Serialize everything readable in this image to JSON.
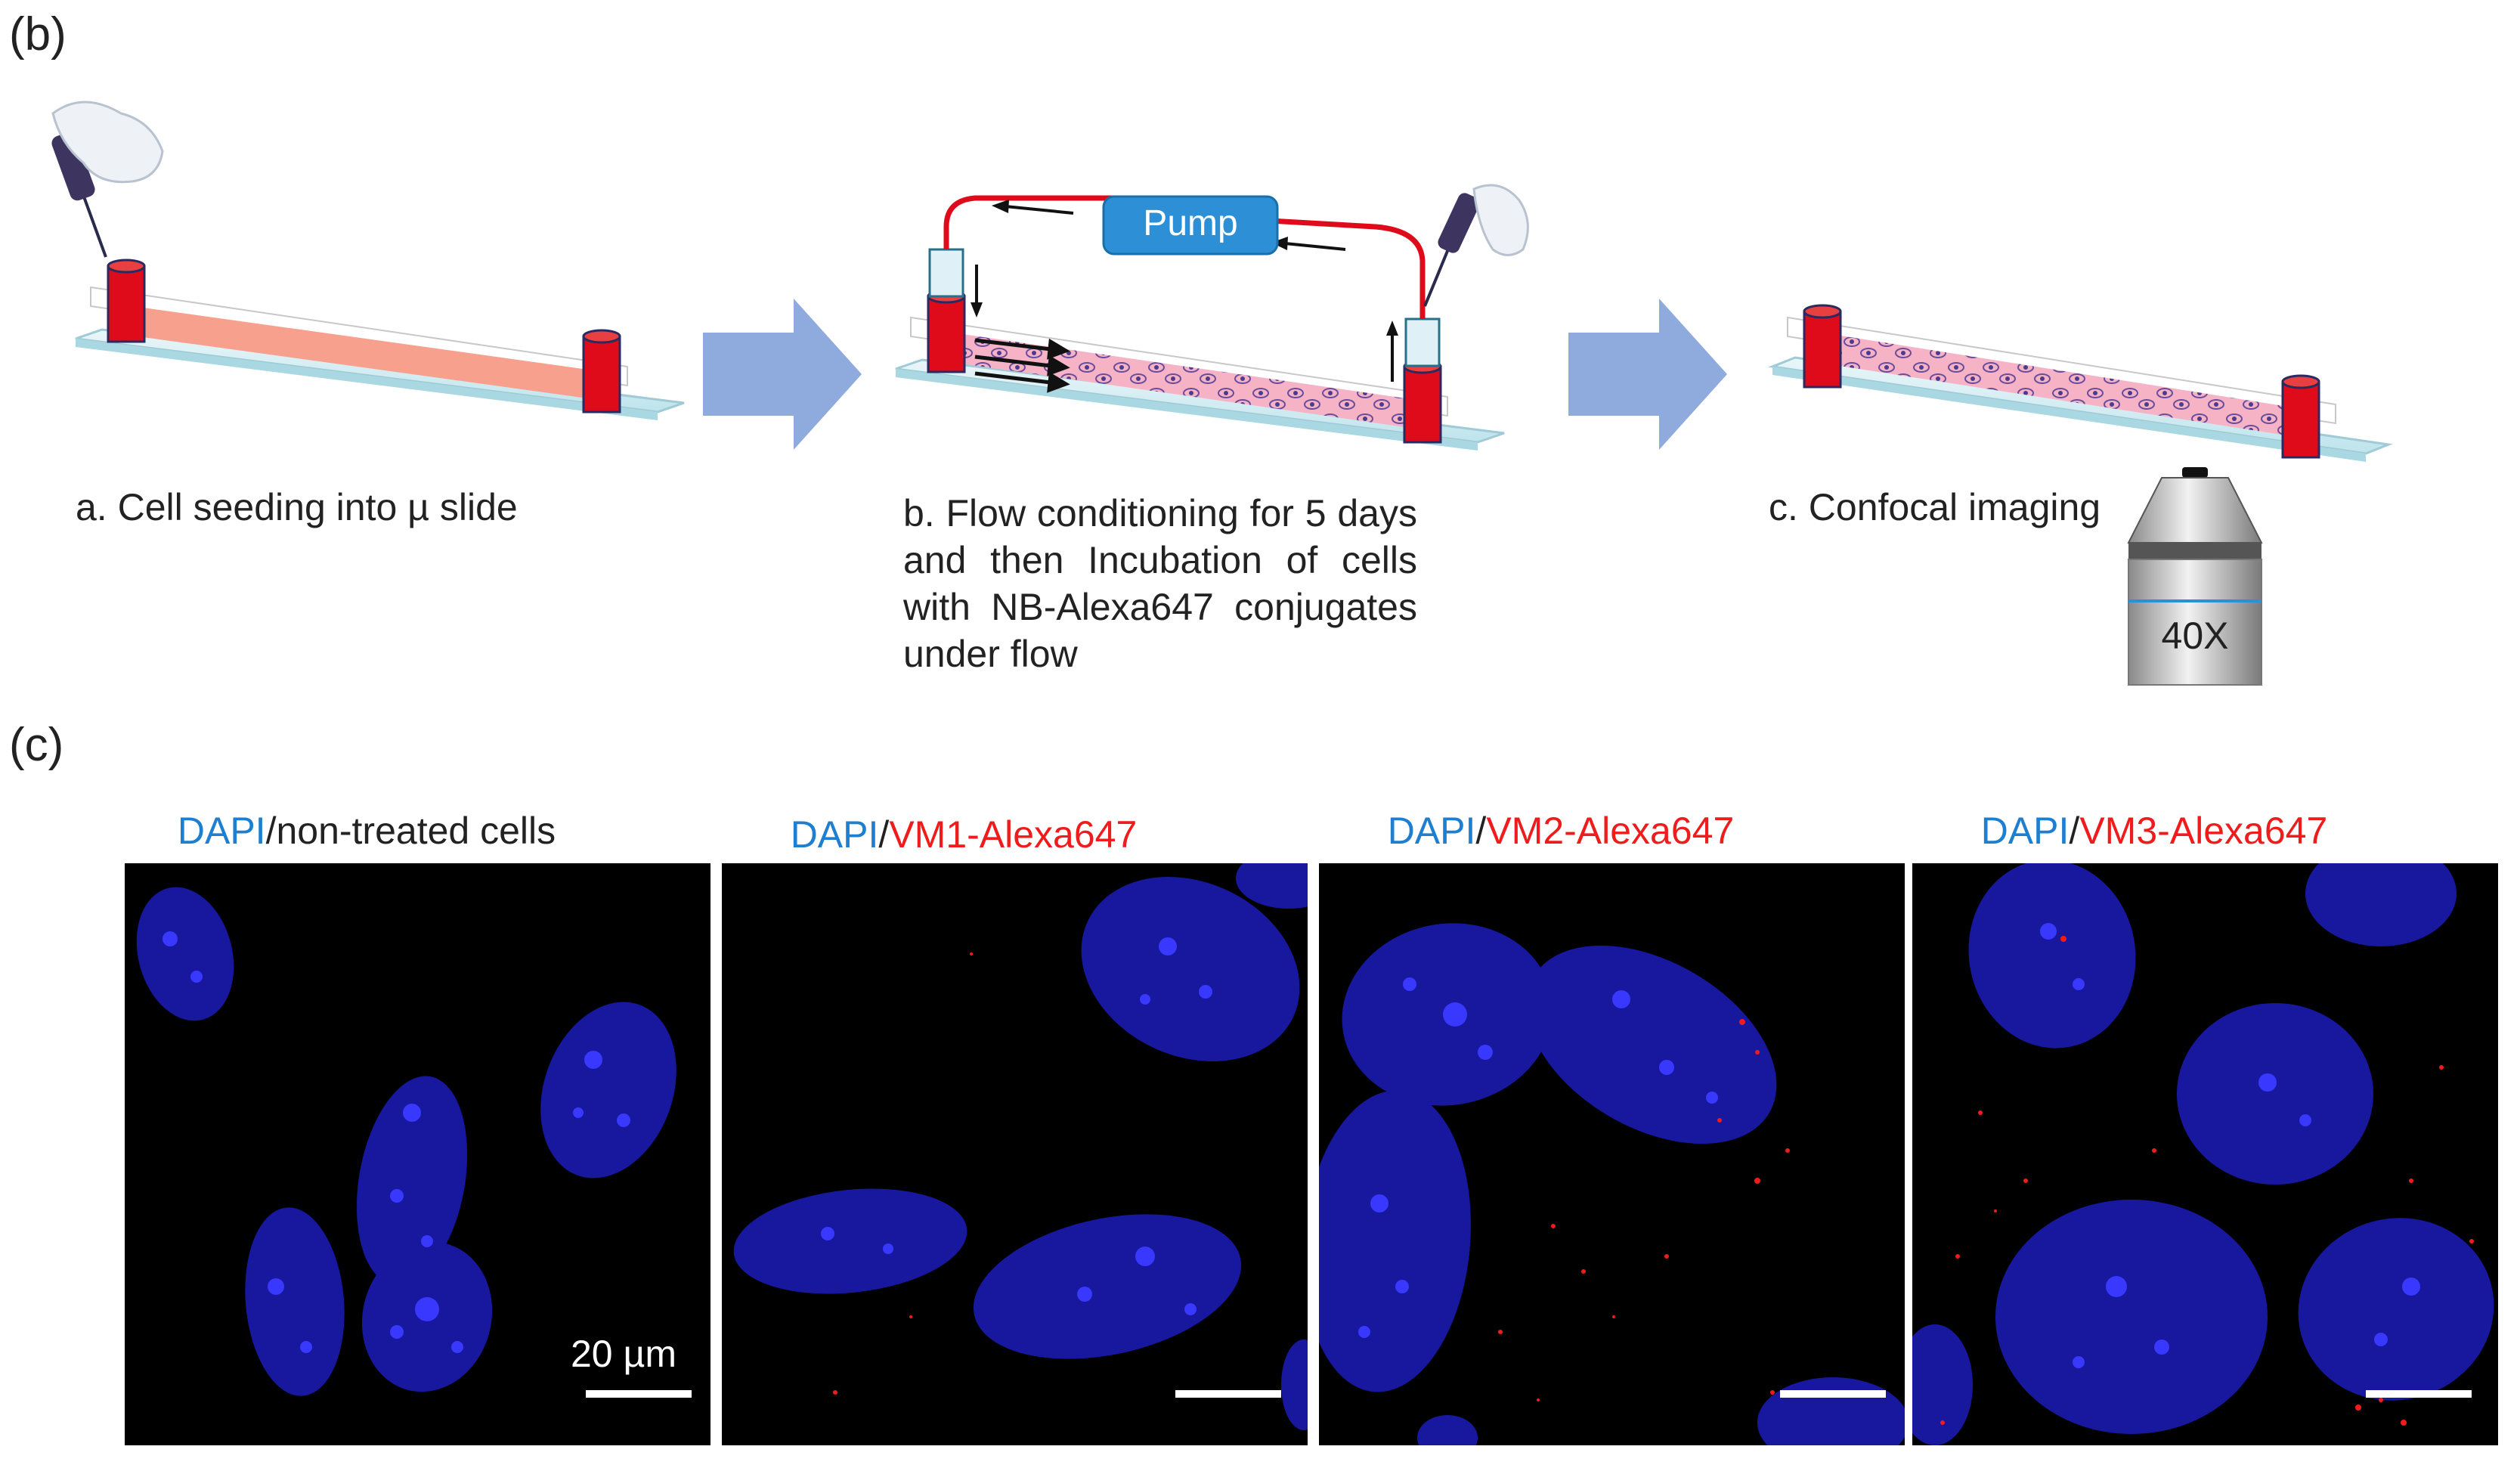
{
  "panels": {
    "b_label": "(b)",
    "c_label": "(c)"
  },
  "schematic": {
    "step_a": "a. Cell seeding into µ slide",
    "step_b": "b. Flow conditioning for 5 days and then Incubation of cells with NB-Alexa647 conjugates under flow",
    "step_c": "c. Confocal imaging",
    "pump_label": "Pump",
    "objective_label": "40X"
  },
  "images": [
    {
      "stain": "DAPI",
      "separator": "/",
      "target": "non-treated cells",
      "target_color": "#222222"
    },
    {
      "stain": "DAPI",
      "separator": "/",
      "target": "VM1-Alexa647",
      "target_color": "#ee1c1c"
    },
    {
      "stain": "DAPI",
      "separator": "/",
      "target": "VM2-Alexa647",
      "target_color": "#ee1c1c"
    },
    {
      "stain": "DAPI",
      "separator": "/",
      "target": "VM3-Alexa647",
      "target_color": "#ee1c1c"
    }
  ],
  "scale_bar": "20 µm",
  "colors": {
    "dapi": "#1e7fd0",
    "alexa": "#ee1c1c",
    "nucleus": "#1a1aa8",
    "reservoir": "#e00b1a",
    "channel": "#f6a08c",
    "arrow": "#8faadc",
    "pump": "#2d8fd6"
  }
}
